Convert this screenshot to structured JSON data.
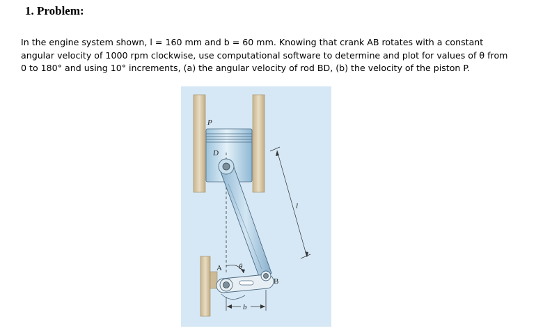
{
  "heading": "1. Problem:",
  "problem": {
    "line1": "In the engine system shown, l = 160 mm and b = 60 mm. Knowing that crank AB rotates with a constant",
    "line2": "angular velocity of 1000 rpm clockwise, use computational software to determine and plot for values of θ from",
    "line3": "0 to 180° and using 10° increments, (a) the angular velocity of rod BD, (b) the velocity of the piston P."
  },
  "figure": {
    "labels": {
      "piston": "P",
      "pin_d": "D",
      "pin_a": "A",
      "pin_b": "B",
      "angle": "θ",
      "rod_length": "l",
      "crank_offset": "b"
    },
    "colors": {
      "background": "#d6e8f5",
      "cylinder_wall": "#d8c7a4",
      "piston": "#bcd9ea",
      "rod": "#a9c8de",
      "outline": "#4d6a80"
    }
  }
}
